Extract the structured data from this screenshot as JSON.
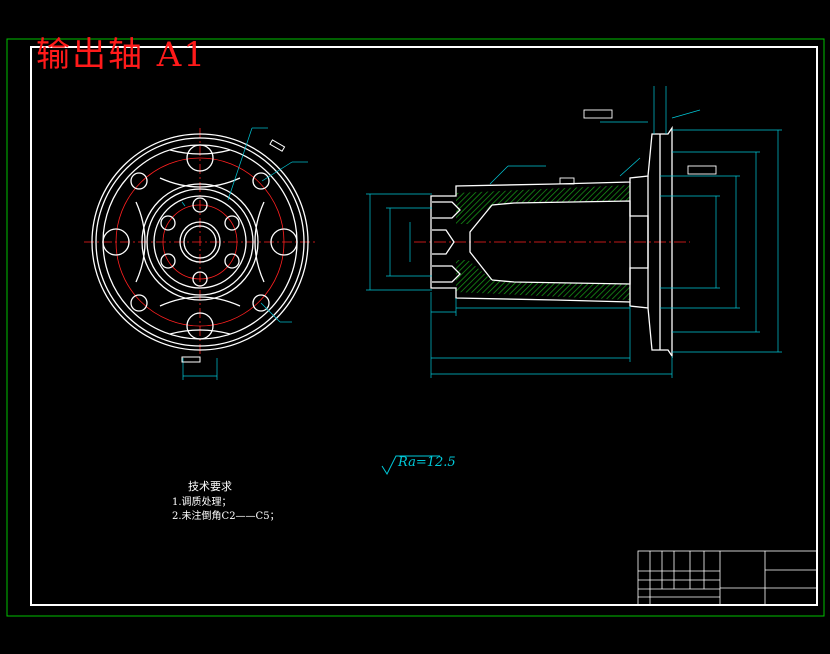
{
  "title": "输出轴 A1",
  "roughness_label": "Ra=12.5",
  "tech_requirements": {
    "heading": "技术要求",
    "items": [
      "1.调质处理；",
      "2.未注倒角C2——C5；"
    ]
  },
  "colors": {
    "background": "#000000",
    "outer_frame": "#00c000",
    "inner_frame": "#ffffff",
    "outline": "#ffffff",
    "centerline": "#ff2020",
    "dimension": "#00c8d8",
    "hatch": "#18a018",
    "title_text": "#ff1a1a"
  }
}
